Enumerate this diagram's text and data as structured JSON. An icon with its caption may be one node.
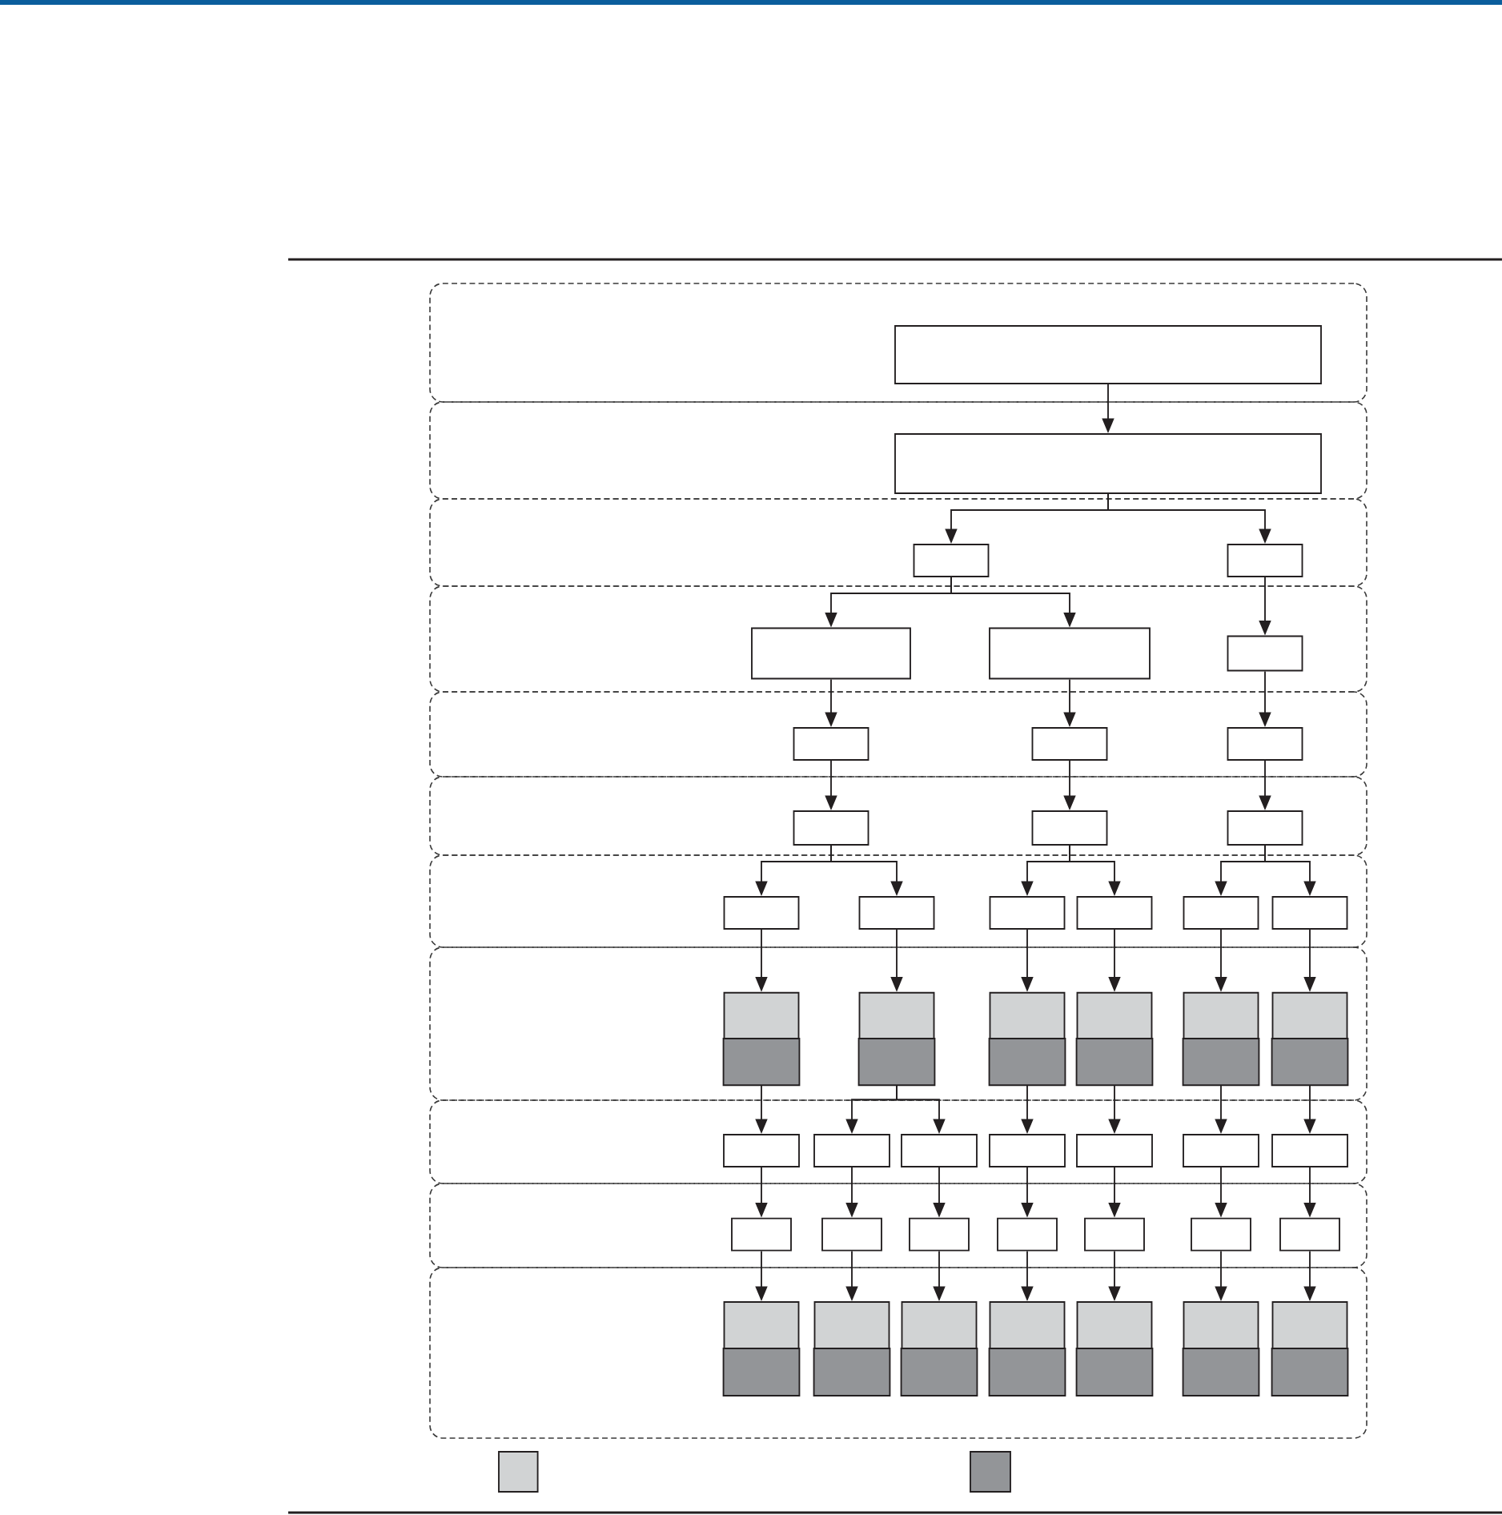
{
  "diagram": {
    "nodes": [
      {
        "text": [],
        "shape": "band"
      },
      {
        "text": [],
        "shape": "box",
        "in": 0
      },
      {
        "text": [],
        "shape": "band"
      },
      {
        "text": [],
        "shape": "box",
        "in": 2
      },
      {
        "text": [],
        "shape": "band"
      },
      {
        "text": [],
        "shape": "box",
        "in": 4
      },
      {
        "text": [],
        "shape": "box",
        "in": 4
      },
      {
        "text": [],
        "shape": "band"
      },
      {
        "text": [],
        "shape": "box",
        "in": 7
      },
      {
        "text": [],
        "shape": "box",
        "in": 7
      },
      {
        "text": [],
        "shape": "box",
        "in": 7
      },
      {
        "text": [],
        "shape": "band"
      },
      {
        "text": [],
        "shape": "box",
        "in": 11
      },
      {
        "text": [],
        "shape": "box",
        "in": 11
      },
      {
        "text": [],
        "shape": "box",
        "in": 11
      },
      {
        "text": [],
        "shape": "band"
      },
      {
        "text": [],
        "shape": "box",
        "in": 15
      },
      {
        "text": [],
        "shape": "box",
        "in": 15
      },
      {
        "text": [],
        "shape": "box",
        "in": 15
      },
      {
        "text": [],
        "shape": "band"
      },
      {
        "text": [],
        "shape": "box",
        "in": 19
      },
      {
        "text": [],
        "shape": "box",
        "in": 19
      },
      {
        "text": [],
        "shape": "box",
        "in": 19
      },
      {
        "text": [],
        "shape": "box",
        "in": 19
      },
      {
        "text": [],
        "shape": "box",
        "in": 19
      },
      {
        "text": [],
        "shape": "box",
        "in": 19
      },
      {
        "text": [],
        "shape": "band"
      },
      {
        "text": [],
        "shape": "block",
        "in": 26
      },
      {
        "text": [],
        "shape": "block",
        "in": 26
      },
      {
        "text": [],
        "shape": "block",
        "in": 26
      },
      {
        "text": [],
        "shape": "block",
        "in": 26
      },
      {
        "text": [],
        "shape": "block",
        "in": 26
      },
      {
        "text": [],
        "shape": "block",
        "in": 26
      },
      {
        "text": [],
        "shape": "band"
      },
      {
        "text": [],
        "shape": "box",
        "in": 33
      },
      {
        "text": [],
        "shape": "box",
        "in": 33
      },
      {
        "text": [],
        "shape": "box",
        "in": 33
      },
      {
        "text": [],
        "shape": "box",
        "in": 33
      },
      {
        "text": [],
        "shape": "box",
        "in": 33
      },
      {
        "text": [],
        "shape": "box",
        "in": 33
      },
      {
        "text": [],
        "shape": "box",
        "in": 33
      },
      {
        "text": [],
        "shape": "band"
      },
      {
        "text": [],
        "shape": "box",
        "in": 41
      },
      {
        "text": [],
        "shape": "box",
        "in": 41
      },
      {
        "text": [],
        "shape": "box",
        "in": 41
      },
      {
        "text": [],
        "shape": "box",
        "in": 41
      },
      {
        "text": [],
        "shape": "box",
        "in": 41
      },
      {
        "text": [],
        "shape": "box",
        "in": 41
      },
      {
        "text": [],
        "shape": "box",
        "in": 41
      },
      {
        "text": [],
        "shape": "band"
      },
      {
        "text": [],
        "shape": "block",
        "in": 49
      },
      {
        "text": [],
        "shape": "block",
        "in": 49
      },
      {
        "text": [],
        "shape": "block",
        "in": 49
      },
      {
        "text": [],
        "shape": "block",
        "in": 49
      },
      {
        "text": [],
        "shape": "block",
        "in": 49
      },
      {
        "text": [],
        "shape": "block",
        "in": 49
      },
      {
        "text": [],
        "shape": "block",
        "in": 49
      }
    ],
    "edges": [
      {
        "from": 1,
        "to": 3,
        "arrow": "to"
      },
      {
        "from": 3,
        "to": 5,
        "arrow": "to"
      },
      {
        "from": 3,
        "to": 6,
        "arrow": "to"
      },
      {
        "from": 5,
        "to": 8,
        "arrow": "to"
      },
      {
        "from": 5,
        "to": 9,
        "arrow": "to"
      },
      {
        "from": 6,
        "to": 10,
        "arrow": "to"
      },
      {
        "from": 8,
        "to": 12,
        "arrow": "to"
      },
      {
        "from": 9,
        "to": 13,
        "arrow": "to"
      },
      {
        "from": 10,
        "to": 14,
        "arrow": "to"
      },
      {
        "from": 12,
        "to": 16,
        "arrow": "to"
      },
      {
        "from": 13,
        "to": 17,
        "arrow": "to"
      },
      {
        "from": 14,
        "to": 18,
        "arrow": "to"
      },
      {
        "from": 16,
        "to": 20,
        "arrow": "to"
      },
      {
        "from": 16,
        "to": 21,
        "arrow": "to"
      },
      {
        "from": 17,
        "to": 22,
        "arrow": "to"
      },
      {
        "from": 17,
        "to": 23,
        "arrow": "to"
      },
      {
        "from": 18,
        "to": 24,
        "arrow": "to"
      },
      {
        "from": 18,
        "to": 25,
        "arrow": "to"
      },
      {
        "from": 20,
        "to": 27,
        "arrow": "to"
      },
      {
        "from": 21,
        "to": 28,
        "arrow": "to"
      },
      {
        "from": 22,
        "to": 29,
        "arrow": "to"
      },
      {
        "from": 23,
        "to": 30,
        "arrow": "to"
      },
      {
        "from": 24,
        "to": 31,
        "arrow": "to"
      },
      {
        "from": 25,
        "to": 32,
        "arrow": "to"
      },
      {
        "from": 27,
        "to": 34,
        "arrow": "to"
      },
      {
        "from": 28,
        "to": 35,
        "arrow": "to"
      },
      {
        "from": 28,
        "to": 36,
        "arrow": "to"
      },
      {
        "from": 29,
        "to": 37,
        "arrow": "to"
      },
      {
        "from": 30,
        "to": 38,
        "arrow": "to"
      },
      {
        "from": 31,
        "to": 39,
        "arrow": "to"
      },
      {
        "from": 32,
        "to": 40,
        "arrow": "to"
      },
      {
        "from": 34,
        "to": 42,
        "arrow": "to"
      },
      {
        "from": 35,
        "to": 43,
        "arrow": "to"
      },
      {
        "from": 36,
        "to": 44,
        "arrow": "to"
      },
      {
        "from": 37,
        "to": 45,
        "arrow": "to"
      },
      {
        "from": 38,
        "to": 46,
        "arrow": "to"
      },
      {
        "from": 39,
        "to": 47,
        "arrow": "to"
      },
      {
        "from": 40,
        "to": 48,
        "arrow": "to"
      },
      {
        "from": 42,
        "to": 50,
        "arrow": "to"
      },
      {
        "from": 43,
        "to": 51,
        "arrow": "to"
      },
      {
        "from": 44,
        "to": 52,
        "arrow": "to"
      },
      {
        "from": 45,
        "to": 53,
        "arrow": "to"
      },
      {
        "from": 46,
        "to": 54,
        "arrow": "to"
      },
      {
        "from": 47,
        "to": 55,
        "arrow": "to"
      },
      {
        "from": 48,
        "to": 56,
        "arrow": "to"
      }
    ]
  }
}
